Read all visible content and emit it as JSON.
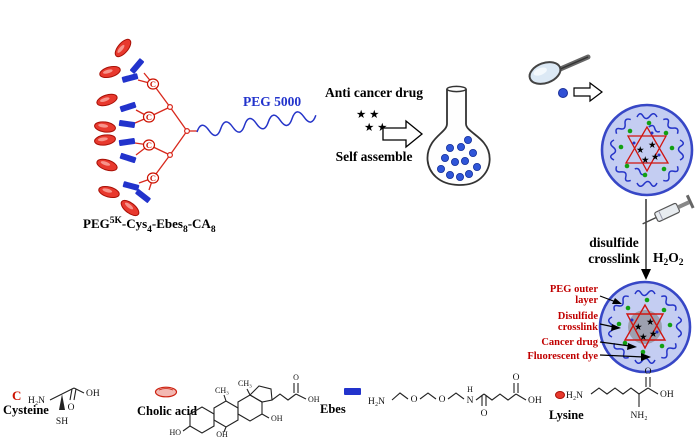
{
  "colors": {
    "red": "#d8281c",
    "blue": "#2233cc",
    "micelle_fill": "#c4cdf2",
    "micelle_stroke": "#3747c6",
    "green_dot": "#12a012",
    "annotation_red": "#c00000",
    "gray_core": "#90909a"
  },
  "icons": {
    "star": "★"
  },
  "polymer": {
    "peg_label": "PEG 5000",
    "cys_symbol": "C",
    "name_parts": {
      "p1": "PEG",
      "sup": "5K",
      "p2": "-Cys",
      "sub1": "4",
      "p3": "-Ebes",
      "sub2": "8",
      "p4": "-CA",
      "sub3": "8"
    }
  },
  "process": {
    "top_label": "Anti cancer drug",
    "stars_row1": "★ ★",
    "stars_row2": "★ ★",
    "bottom_label": "Self assemble"
  },
  "crosslink": {
    "line1": "disulfide",
    "line2": "crosslink",
    "reagent": {
      "h1": "H",
      "s1": "2",
      "o1": "O",
      "s2": "2"
    }
  },
  "annotations": {
    "a1l1": "PEG outer",
    "a1l2": "layer",
    "a2l1": "Disulfide",
    "a2l2": "crosslink",
    "a3": "Cancer drug",
    "a4": "Fluorescent dye"
  },
  "legend": {
    "cysteine": {
      "symbol": "C",
      "name": "Cysteine",
      "atoms": {
        "h2n": "H₂N",
        "oh": "OH",
        "o": "O",
        "sh": "SH"
      }
    },
    "cholic": {
      "name": "Cholic acid",
      "atoms": {
        "ch3a": "CH₃",
        "ch3b": "CH₃",
        "ho": "HO",
        "oh1": "OH",
        "oh2": "OH",
        "o": "O",
        "oh3": "OH"
      }
    },
    "ebes": {
      "name": "Ebes",
      "atoms": {
        "h2n": "H₂N",
        "o1": "O",
        "o2": "O",
        "h": "H",
        "n": "N",
        "o3": "O",
        "o4": "O",
        "oh": "OH"
      }
    },
    "lysine": {
      "name": "Lysine",
      "atoms": {
        "h2n": "H₂N",
        "o": "O",
        "oh": "OH",
        "nh2": "NH₂"
      }
    }
  }
}
